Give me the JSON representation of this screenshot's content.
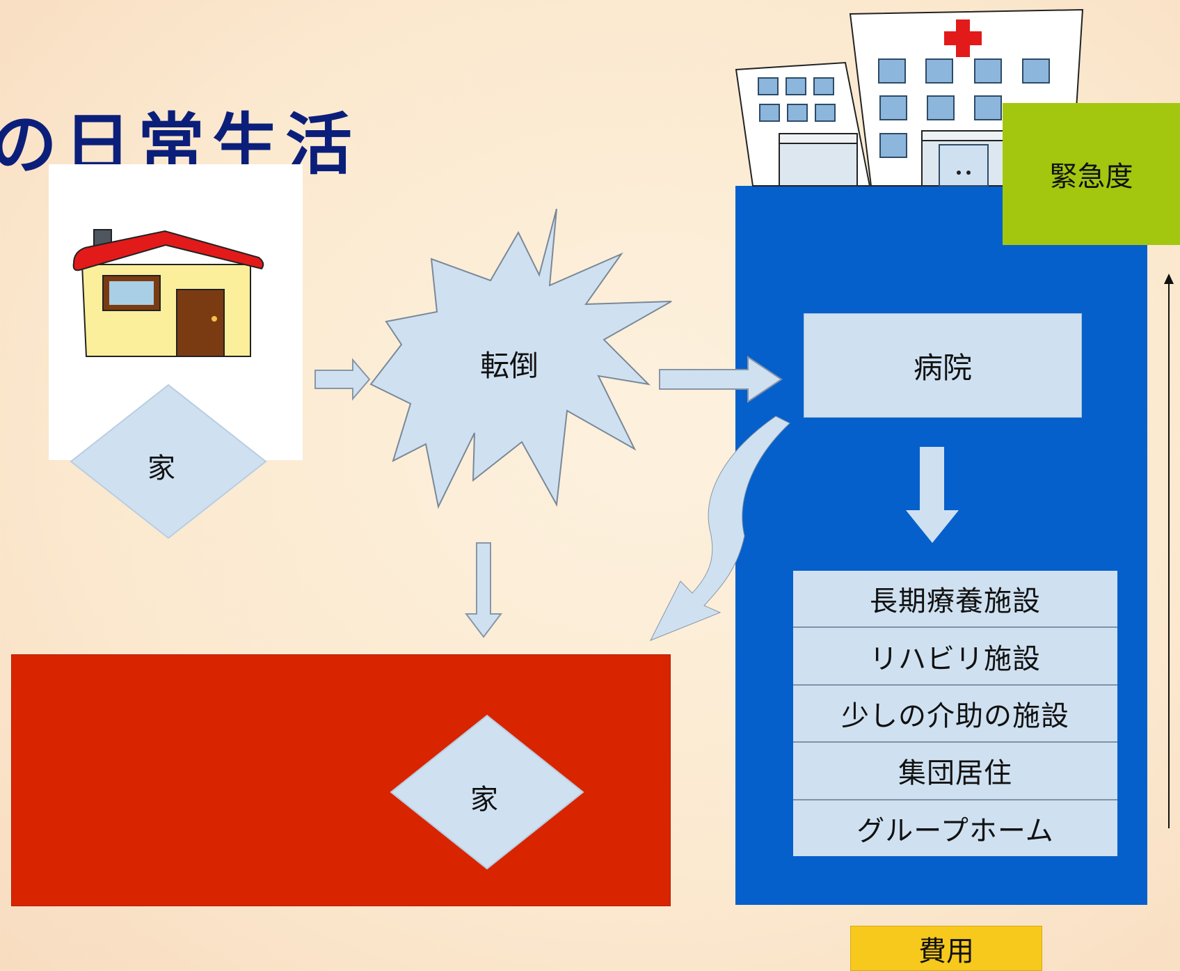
{
  "title": "の日常生活",
  "nodes": {
    "home_top": "家",
    "fall": "転倒",
    "home_bottom": "家",
    "hospital": "病院",
    "urgency": "緊急度",
    "cost": "費用"
  },
  "facilities": [
    "長期療養施設",
    "リハビリ施設",
    "少しの介助の施設",
    "集団居住",
    "グループホーム"
  ],
  "colors": {
    "title": "#0b1f7a",
    "red_panel": "#d92400",
    "blue_panel": "#0660cc",
    "light_box": "#cfe1f1",
    "urgency": "#a3c70f",
    "cost": "#f7c91c"
  },
  "icons": [
    "house-icon",
    "hospital-building-icon",
    "red-cross-icon",
    "explosion-burst-icon"
  ]
}
